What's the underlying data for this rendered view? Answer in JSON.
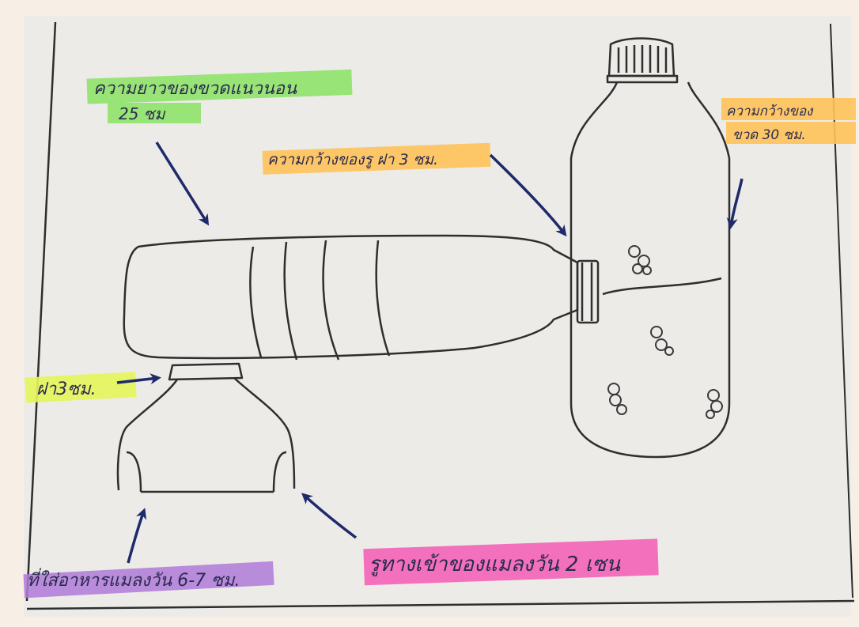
{
  "colors": {
    "background": "#f7efe6",
    "paper": "#ecebe8",
    "pencil": "#2e2e2e",
    "arrow_ink": "#1f2a6b",
    "highlight_green": "#8fe36a",
    "highlight_orange": "#ffc35a",
    "highlight_yellow": "#e6f55a",
    "highlight_pink": "#f55ab4",
    "highlight_purple": "#b07ad8"
  },
  "labels": {
    "horizontal_length_line1": "ความยาวของขวดแนวนอน",
    "horizontal_length_line2": "25 ซม",
    "neck_width": "ความกว้างของรู ฝา 3 ซม.",
    "bottle_width_line1": "ความกว้างของ",
    "bottle_width_line2": "ขวด 30 ซม.",
    "cap_size": "ฝา3ซม.",
    "entry_hole": "รูทางเข้าของแมลงวัน 2 เซน",
    "bait_area": "ที่ใส่อาหารแมลงวัน 6-7 ซม."
  },
  "icons": {
    "arrow": "arrow-icon",
    "fly": "fly-icon"
  }
}
